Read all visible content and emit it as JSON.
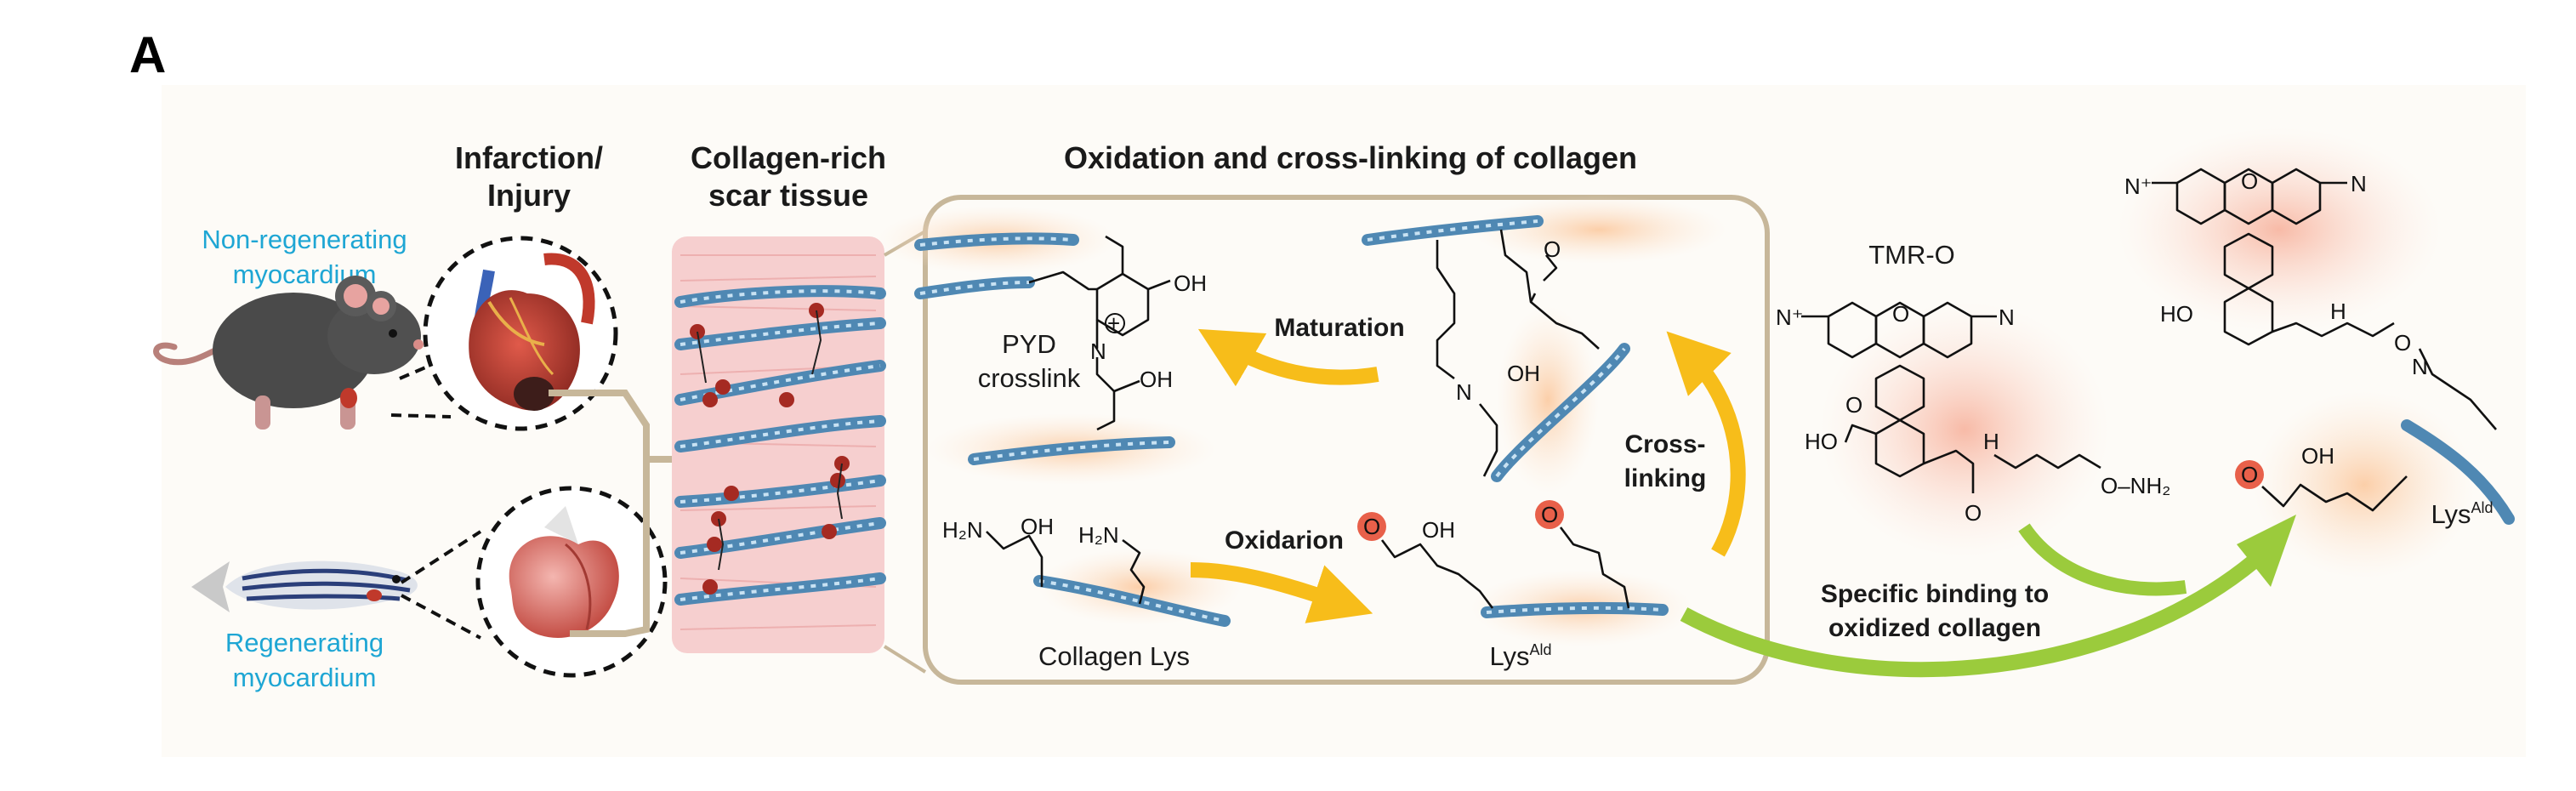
{
  "panel_label": "A",
  "sections": {
    "infarction_title": [
      "Infarction/",
      "Injury"
    ],
    "scar_title": [
      "Collagen-rich",
      "scar tissue"
    ],
    "oxidation_title": "Oxidation and cross-linking of collagen"
  },
  "organisms": {
    "mouse_label": [
      "Non-regenerating",
      "myocardium"
    ],
    "fish_label": [
      "Regenerating",
      "myocardium"
    ]
  },
  "process": {
    "maturation": "Maturation",
    "oxidation": "Oxidarion",
    "crosslinking": [
      "Cross-",
      "linking"
    ],
    "binding": [
      "Specific binding to",
      "oxidized collagen"
    ]
  },
  "molecules": {
    "pyd": [
      "PYD",
      "crosslink"
    ],
    "collagen_lys": "Collagen Lys",
    "lys_ald_base": "Lys",
    "lys_ald_sup": "Ald",
    "tmr_o": "TMR-O",
    "atoms": {
      "OH": "OH",
      "O": "O",
      "N": "N",
      "N_plus": "N⁺",
      "H": "H",
      "HO": "HO",
      "H2N": "H₂N",
      "ONH2": "O–NH₂",
      "plus": "+"
    }
  },
  "colors": {
    "collagen_fiber": "#4f88b3",
    "glow": "#fcd9b8",
    "arrow_yellow": "#f7bd1a",
    "arrow_green": "#9bcb3c",
    "box_border": "#c7b79a",
    "label_blue": "#1ea6d4",
    "aldehyde_red": "#e8604a"
  }
}
